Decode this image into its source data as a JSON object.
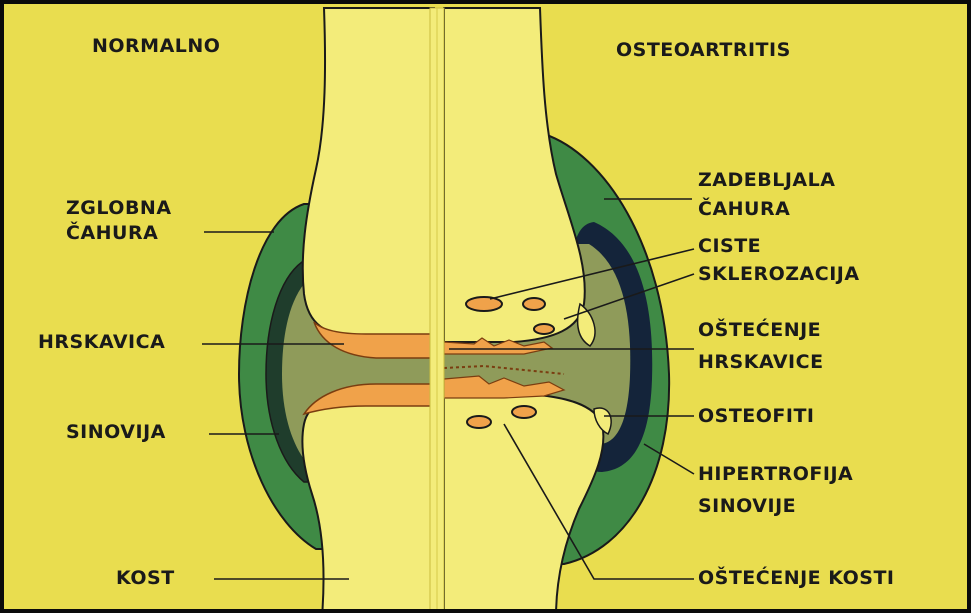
{
  "headings": {
    "left": "NORMALNO",
    "right": "OSTEOARTRITIS"
  },
  "left_labels": {
    "capsule_line1": "ZGLOBNA",
    "capsule_line2": "ČAHURA",
    "cartilage": "HRSKAVICA",
    "synovium": "SINOVIJA",
    "bone": "KOST"
  },
  "right_labels": {
    "thick_capsule_line1": "ZADEBLJALA",
    "thick_capsule_line2": "ČAHURA",
    "cysts": "CISTE",
    "sclerosis": "SKLEROZACIJA",
    "cartilage_damage_line1": "OŠTEĆENJE",
    "cartilage_damage_line2": "HRSKAVICE",
    "osteophytes": "OSTEOFITI",
    "synovial_hypertrophy_line1": "HIPERTROFIJA",
    "synovial_hypertrophy_line2": "SINOVIJE",
    "bone_damage": "OŠTEĆENJE KOSTI"
  },
  "colors": {
    "background": "#e9dd4f",
    "bone": "#f3ec7a",
    "capsule_green": "#3f8a45",
    "synovial_fluid": "#8f9b5a",
    "cartilage_orange": "#f0a24a",
    "thickened_synovium": "#14243a"
  }
}
